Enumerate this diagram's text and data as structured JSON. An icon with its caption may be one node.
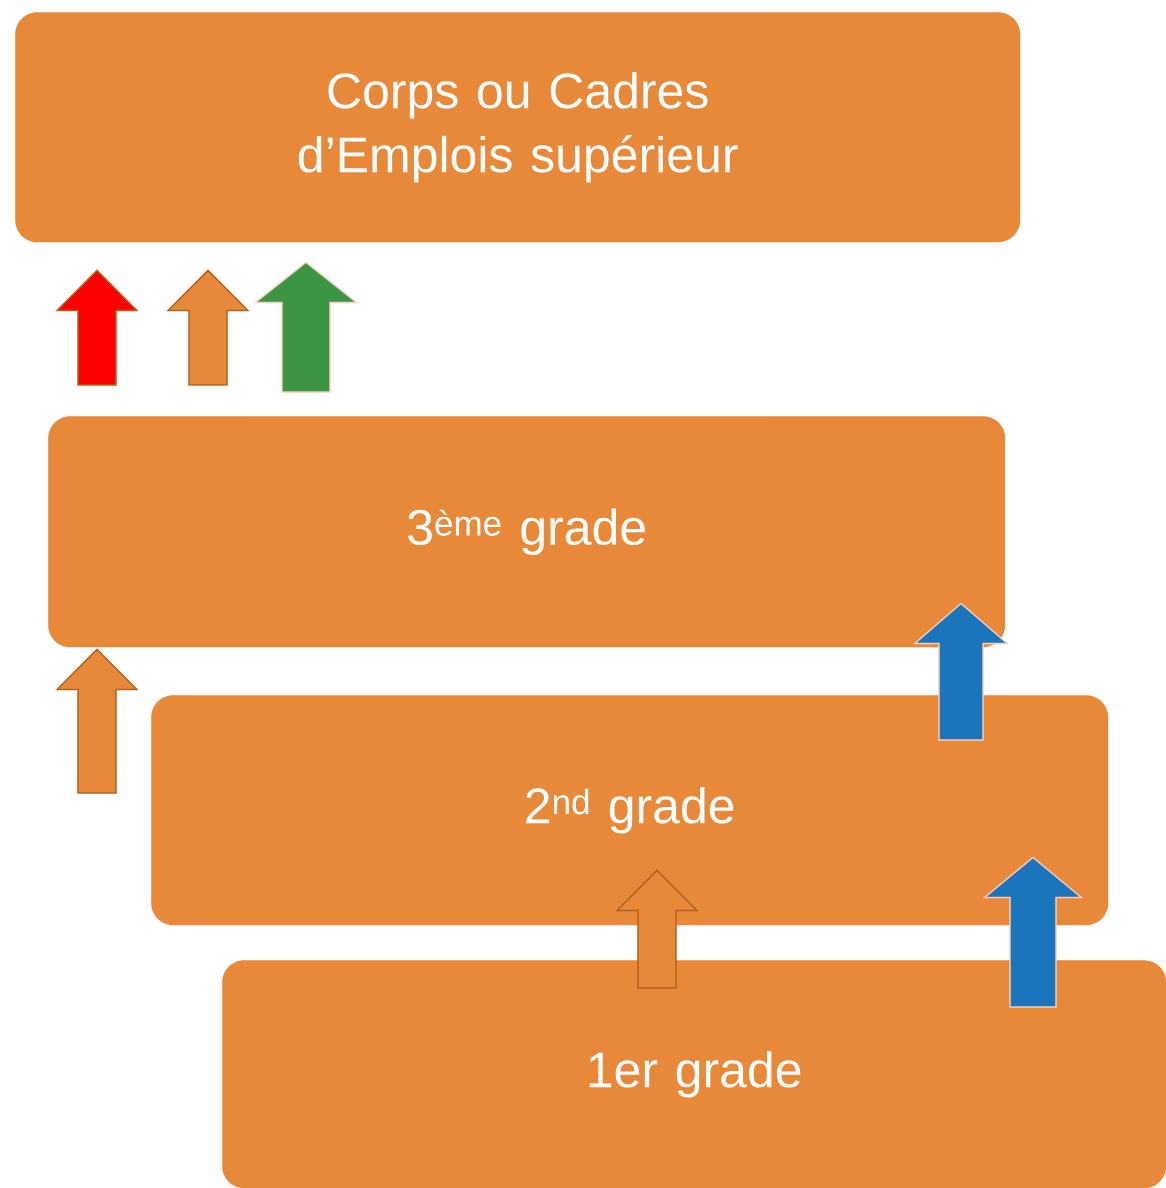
{
  "diagram": {
    "nodes": [
      {
        "text": [
          "Corps ou Cadres d’Emplois supérieur"
        ]
      },
      {
        "text": [
          "3$^{ème}$ grade"
        ]
      },
      {
        "text": [
          "2$^{nd}$ grade"
        ]
      },
      {
        "text": [
          "1er grade"
        ]
      }
    ],
    "edges": [
      {
        "from": 1,
        "to": 0,
        "arrow": "to",
        "color": "#ff0000"
      },
      {
        "from": 1,
        "to": 0,
        "arrow": "to"
      },
      {
        "from": 1,
        "to": 0,
        "arrow": "to",
        "color": "#3a9645"
      },
      {
        "from": 2,
        "to": 1,
        "arrow": "to"
      },
      {
        "from": 2,
        "to": 1,
        "arrow": "to",
        "color": "#1b75bc"
      },
      {
        "from": 3,
        "to": 2,
        "arrow": "to"
      },
      {
        "from": 3,
        "to": 2,
        "arrow": "to",
        "color": "#1b75bc"
      }
    ]
  }
}
